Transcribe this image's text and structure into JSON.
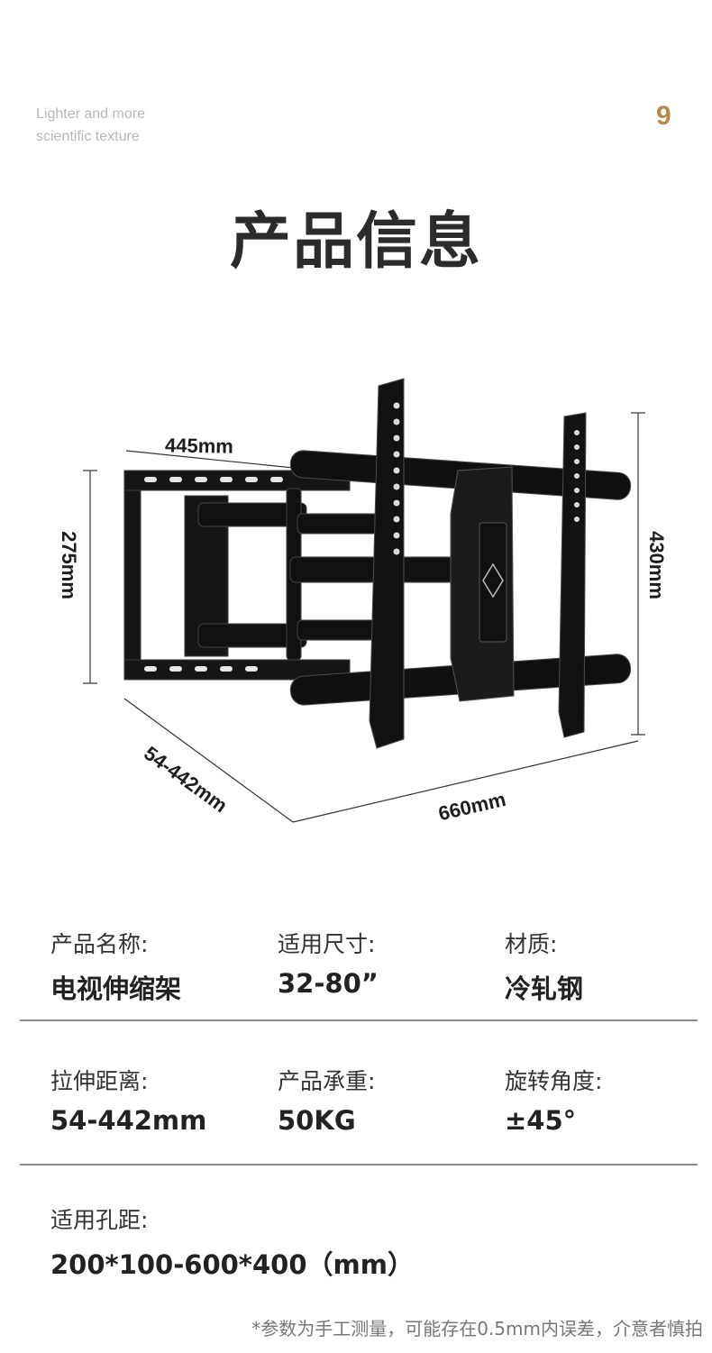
{
  "header": {
    "tagline": "Lighter and more\nscientific texture",
    "page_number": "9",
    "title": "产品信息"
  },
  "diagram": {
    "dim_width_top": "445mm",
    "dim_height_left": "275mm",
    "dim_height_right": "430mm",
    "dim_depth": "54-442mm",
    "dim_width_bottom": "660mm"
  },
  "specs": {
    "name_label": "产品名称:",
    "name_value": "电视伸缩架",
    "size_label": "适用尺寸:",
    "size_value": "32-80”",
    "material_label": "材质:",
    "material_value": "冷轧钢",
    "stretch_label": "拉伸距离:",
    "stretch_value": "54-442mm",
    "load_label": "产品承重:",
    "load_value": "50KG",
    "rotation_label": "旋转角度:",
    "rotation_value": "±45°",
    "vesa_label": "适用孔距:",
    "vesa_value": "200*100-600*400（mm）"
  },
  "footnote": "*参数为手工测量，可能存在0.5mm内误差，介意者慎拍"
}
